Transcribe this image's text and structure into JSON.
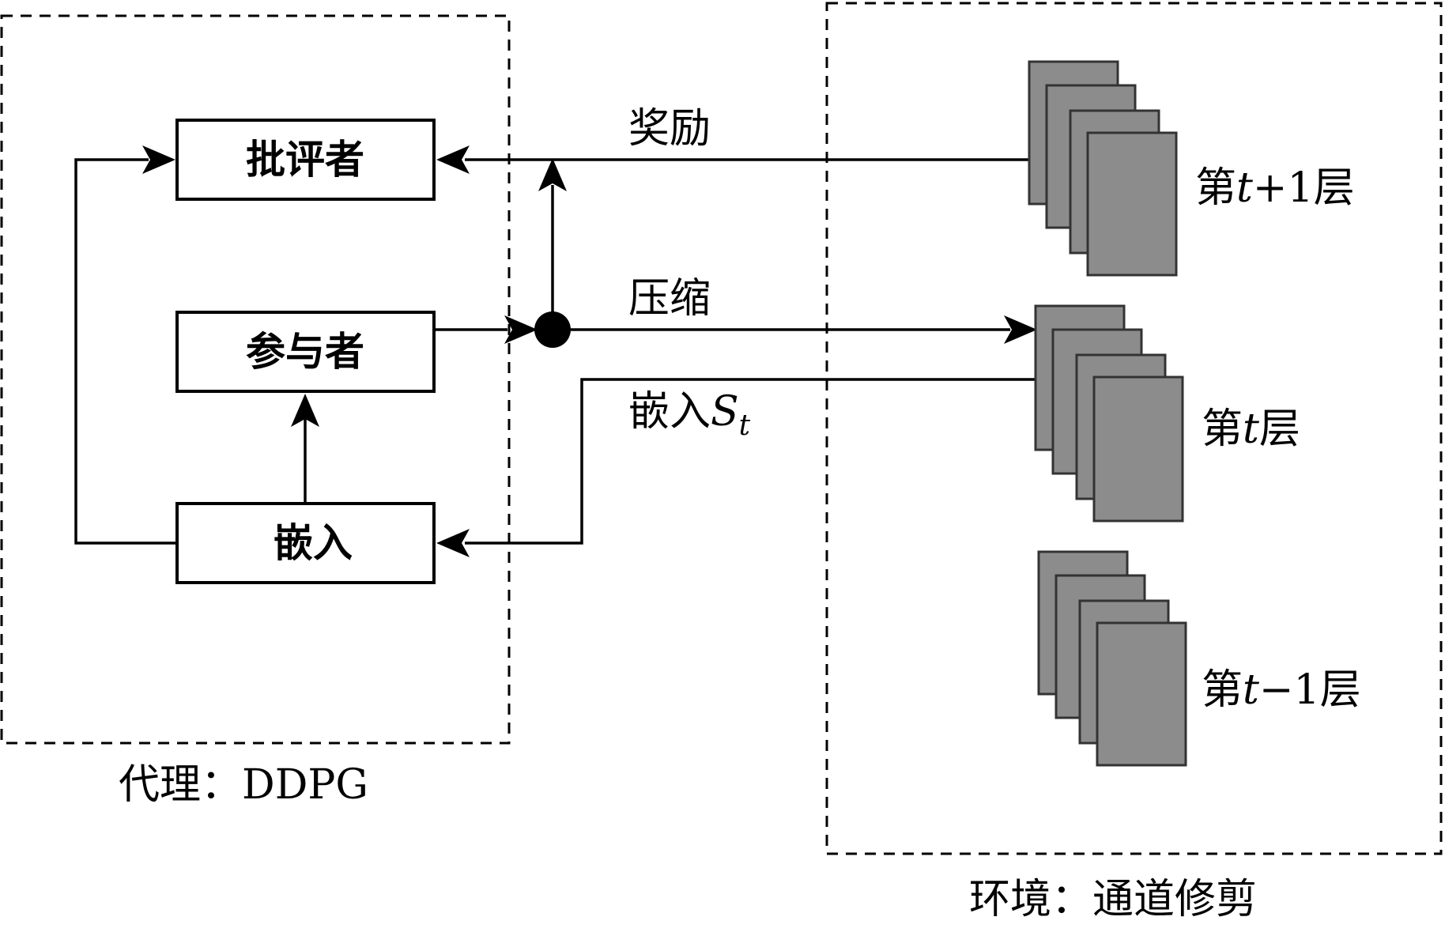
{
  "agent": {
    "caption": "代理：DDPG",
    "critic_label": "批评者",
    "actor_label": "参与者",
    "embed_label": "嵌入"
  },
  "arrows": {
    "reward_label": "奖励",
    "compress_label": "压缩",
    "embed_state_prefix": "嵌入",
    "embed_state_symbol": "S",
    "embed_state_subscript": "t"
  },
  "environment": {
    "caption": "环境：通道修剪",
    "layers": [
      {
        "prefix": "第",
        "var": "t",
        "suffix": "+1层"
      },
      {
        "prefix": "第",
        "var": "t",
        "suffix": "层"
      },
      {
        "prefix": "第",
        "var": "t",
        "suffix": "−1层"
      }
    ]
  }
}
